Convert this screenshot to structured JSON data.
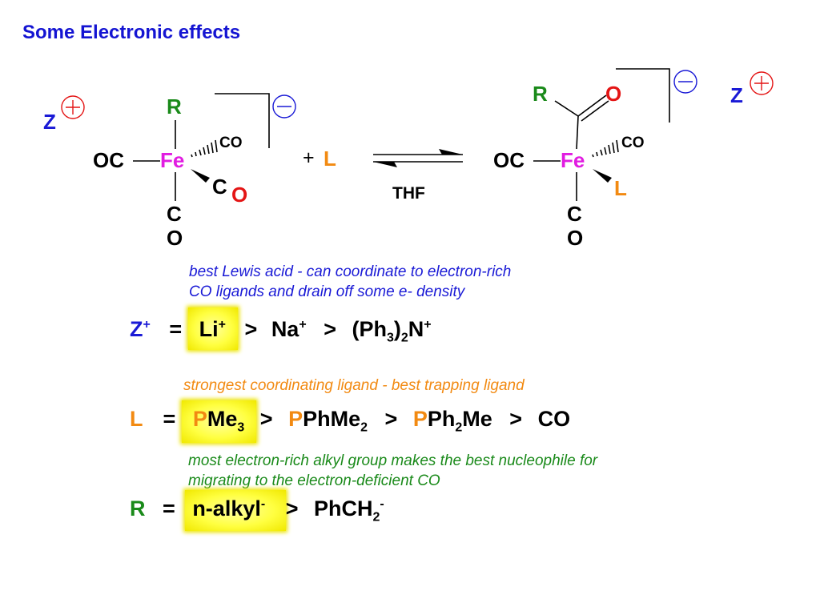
{
  "title": "Some Electronic effects",
  "left_complex": {
    "counter_z": "Z",
    "r_label": "R",
    "oc_label": "OC",
    "fe_label": "Fe",
    "co_upper": "CO",
    "co_lower_c": "C",
    "co_lower_o": "O",
    "co_bottom_c": "C",
    "co_bottom_o": "O",
    "charge": "−"
  },
  "plus_l": {
    "plus": "+",
    "l": "L"
  },
  "arrow_label": "THF",
  "right_complex": {
    "r_label": "R",
    "acyl_o": "O",
    "oc_label": "OC",
    "fe_label": "Fe",
    "co_upper": "CO",
    "l_label": "L",
    "co_bottom_c": "C",
    "co_bottom_o": "O",
    "counter_z": "Z",
    "charge": "−"
  },
  "notes": {
    "z_note_line1": "best Lewis acid - can coordinate to electron-rich",
    "z_note_line2": "CO ligands and drain off some e- density",
    "l_note": "strongest coordinating ligand - best trapping ligand",
    "r_note_line1": "most electron-rich alkyl group makes the best nucleophile for",
    "r_note_line2": "migrating to the electron-deficient CO"
  },
  "z_series": {
    "lhs": "Z",
    "lhs_sup": "+",
    "eq": "=",
    "best": "Li",
    "best_sup": "+",
    "gt1": ">",
    "item2": "Na",
    "item2_sup": "+",
    "gt2": ">",
    "item3_a": "(Ph",
    "item3_sub1": "3",
    "item3_b": ")",
    "item3_sub2": "2",
    "item3_c": "N",
    "item3_sup": "+"
  },
  "l_series": {
    "lhs": "L",
    "eq": "=",
    "best_p": "P",
    "best_rest": "Me",
    "best_sub": "3",
    "gt1": ">",
    "item2_p": "P",
    "item2_rest": "PhMe",
    "item2_sub": "2",
    "gt2": ">",
    "item3_p": "P",
    "item3_a": "Ph",
    "item3_sub": "2",
    "item3_b": "Me",
    "gt3": ">",
    "item4": "CO"
  },
  "r_series": {
    "lhs": "R",
    "eq": "=",
    "best": "n-alkyl",
    "best_sup": "-",
    "gt1": ">",
    "item2": "PhCH",
    "item2_sub": "2",
    "item2_sup": "-"
  },
  "colors": {
    "blue": "#1a1ad6",
    "green": "#1a8a1a",
    "orange": "#f28a12",
    "red": "#e41515",
    "magenta": "#e11ce1",
    "highlight": "#ffff40"
  }
}
